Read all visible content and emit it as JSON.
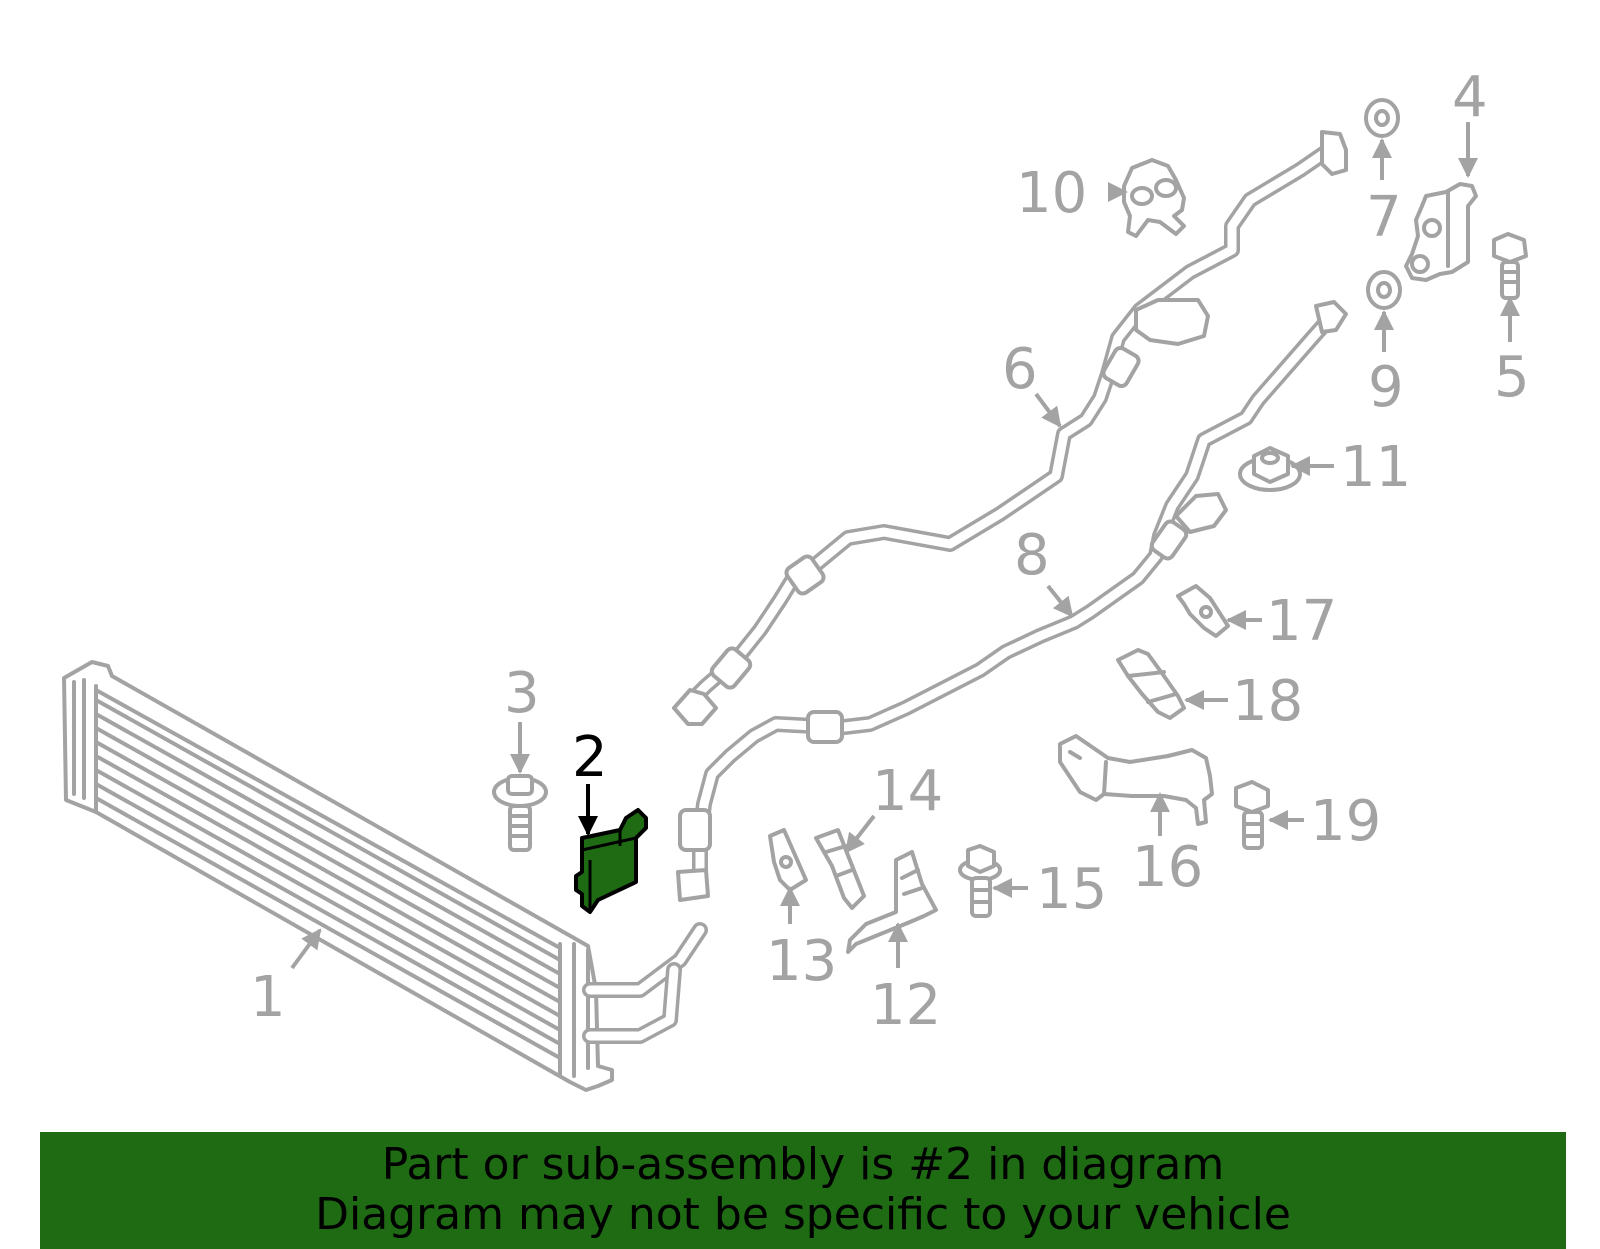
{
  "diagram": {
    "highlight_color": "#1e6b14",
    "line_color": "#a3a3a3",
    "selected_part": "2",
    "callouts": {
      "c1": "1",
      "c2": "2",
      "c3": "3",
      "c4": "4",
      "c5": "5",
      "c6": "6",
      "c7": "7",
      "c8": "8",
      "c9": "9",
      "c10": "10",
      "c11": "11",
      "c12": "12",
      "c13": "13",
      "c14": "14",
      "c15": "15",
      "c16": "16",
      "c17": "17",
      "c18": "18",
      "c19": "19"
    }
  },
  "banner": {
    "line1": "Part or sub-assembly is #2 in diagram",
    "line2": "Diagram may not be specific to your vehicle",
    "background": "#1e6b14"
  }
}
